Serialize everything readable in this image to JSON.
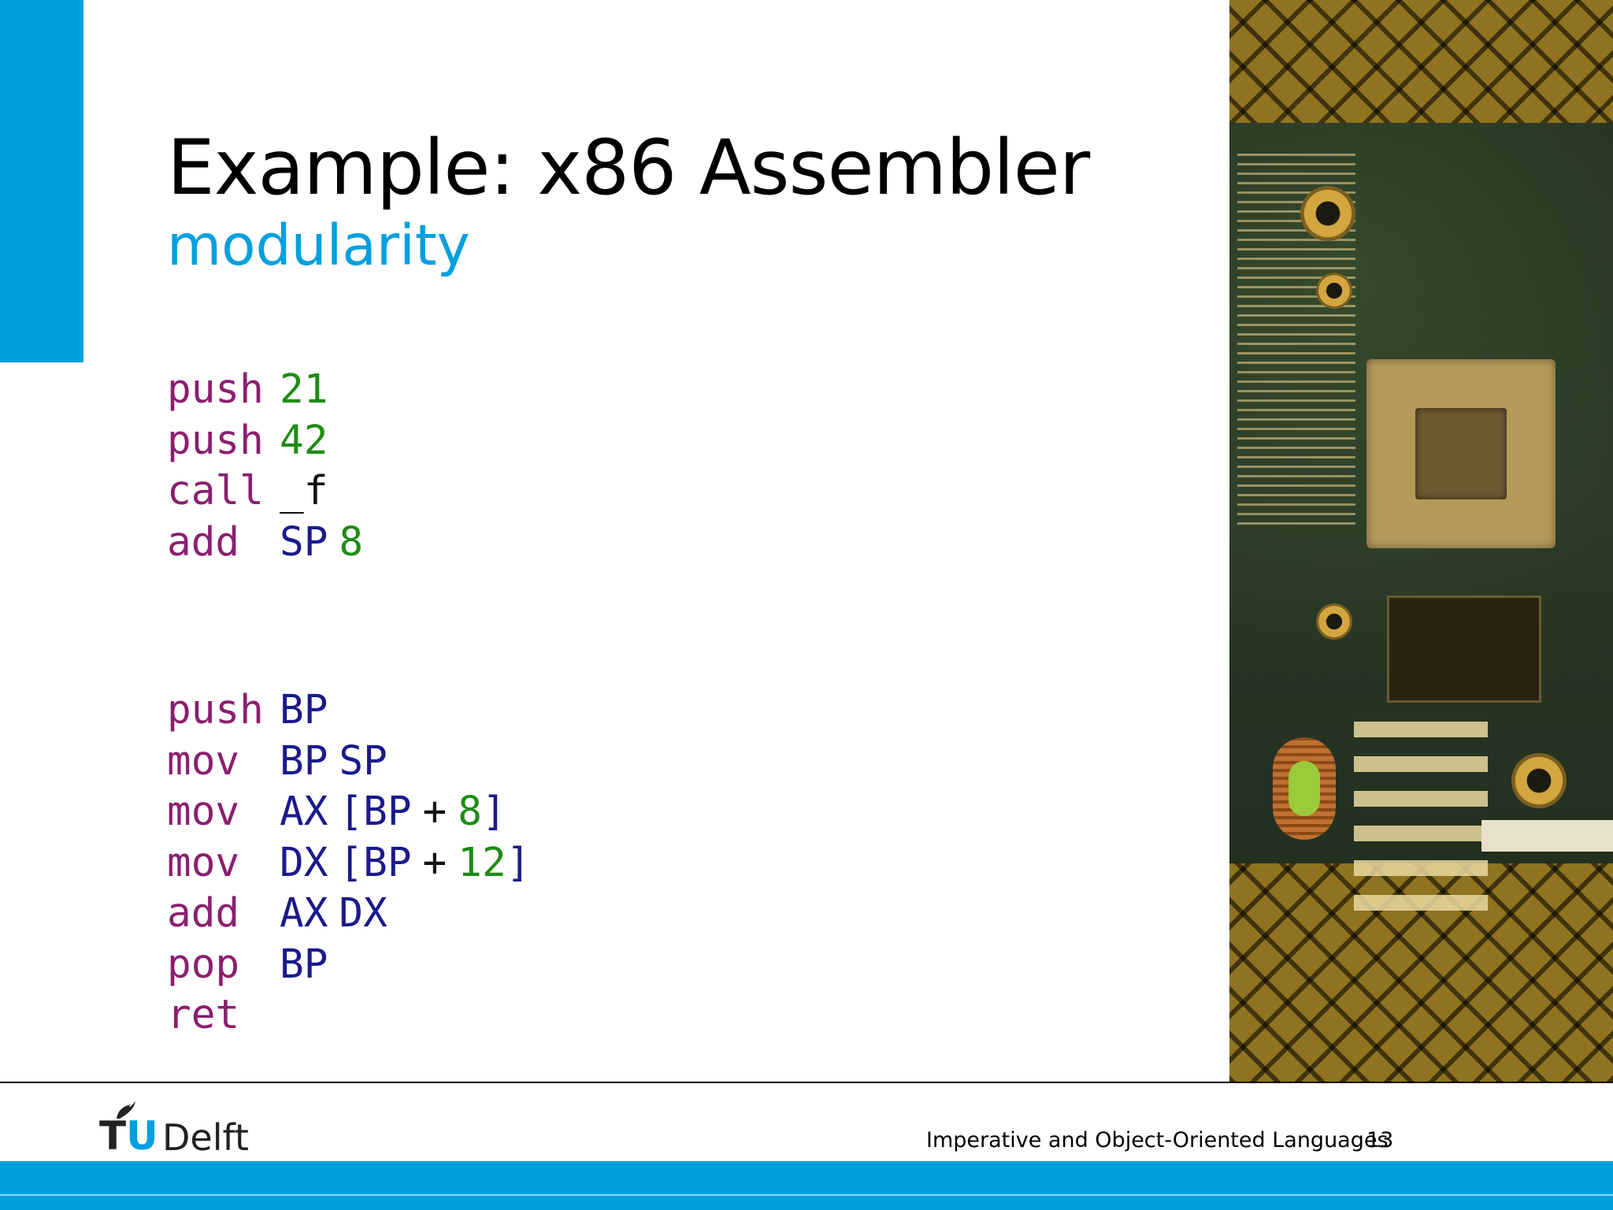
{
  "slide": {
    "title": "Example: x86 Assembler",
    "subtitle": "modularity",
    "accent_color": "#00a0df"
  },
  "code_block_1": [
    {
      "instr": "push",
      "args": [
        {
          "t": "num",
          "v": "21"
        }
      ]
    },
    {
      "instr": "push",
      "args": [
        {
          "t": "num",
          "v": "42"
        }
      ]
    },
    {
      "instr": "call",
      "args": [
        {
          "t": "sym",
          "v": "_f"
        }
      ]
    },
    {
      "instr": "add",
      "args": [
        {
          "t": "reg",
          "v": "SP"
        },
        {
          "t": "num",
          "v": "8"
        }
      ]
    }
  ],
  "code_block_2": [
    {
      "instr": "push",
      "args": [
        {
          "t": "reg",
          "v": "BP"
        }
      ]
    },
    {
      "instr": "mov",
      "args": [
        {
          "t": "reg",
          "v": "BP"
        },
        {
          "t": "reg",
          "v": "SP"
        }
      ]
    },
    {
      "instr": "mov",
      "args": [
        {
          "t": "reg",
          "v": "AX"
        },
        {
          "t": "reg",
          "v": "[BP"
        },
        {
          "t": "sym",
          "v": "+"
        },
        {
          "t": "num",
          "v": "8"
        },
        {
          "t": "reg",
          "v": "]"
        }
      ]
    },
    {
      "instr": "mov",
      "args": [
        {
          "t": "reg",
          "v": "DX"
        },
        {
          "t": "reg",
          "v": "[BP"
        },
        {
          "t": "sym",
          "v": "+"
        },
        {
          "t": "num",
          "v": "12"
        },
        {
          "t": "reg",
          "v": "]"
        }
      ]
    },
    {
      "instr": "add",
      "args": [
        {
          "t": "reg",
          "v": "AX"
        },
        {
          "t": "reg",
          "v": "DX"
        }
      ]
    },
    {
      "instr": "pop",
      "args": [
        {
          "t": "reg",
          "v": "BP"
        }
      ]
    },
    {
      "instr": "ret",
      "args": []
    }
  ],
  "syntax_colors": {
    "instr": "#8b1f70",
    "reg": "#1a1a8c",
    "num": "#1e8c14",
    "sym": "#111111"
  },
  "footer": {
    "logo_tu_t": "T",
    "logo_tu_u": "U",
    "logo_delft": "Delft",
    "course": "Imperative and Object-Oriented Languages",
    "page_number": "13"
  },
  "photo": {
    "subject": "circuit-board-photo-icon"
  }
}
